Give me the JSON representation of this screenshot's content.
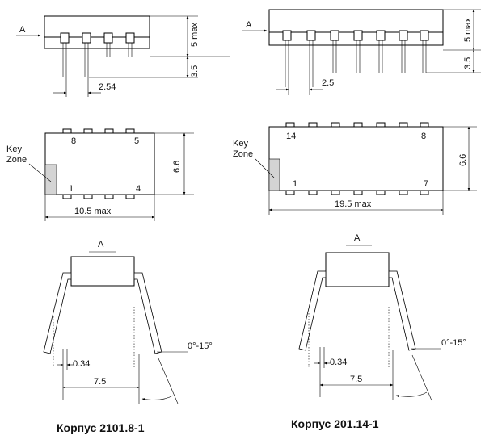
{
  "view_label": "A",
  "left": {
    "side_height": "5 max",
    "lead_length": "3.5",
    "pin_pitch": "2.54",
    "pin_first": "1",
    "pin_last_bottom": "4",
    "pin_top_left": "8",
    "pin_top_right": "5",
    "body_height": "6.6",
    "body_length": "10.5 max",
    "key_zone_line1": "Key",
    "key_zone_line2": "Zone",
    "lead_thickness": "0.34",
    "row_spacing": "7.5",
    "angle": "0°-15°",
    "caption": "Корпус 2101.8-1"
  },
  "right": {
    "side_height": "5 max",
    "lead_length": "3.5",
    "pin_pitch": "2.5",
    "pin_first": "1",
    "pin_last_bottom": "7",
    "pin_top_left": "14",
    "pin_top_right": "8",
    "body_height": "6.6",
    "body_length": "19.5 max",
    "key_zone_line1": "Key",
    "key_zone_line2": "Zone",
    "lead_thickness": "0.34",
    "row_spacing": "7.5",
    "angle": "0°-15°",
    "caption": "Корпус 201.14-1"
  }
}
